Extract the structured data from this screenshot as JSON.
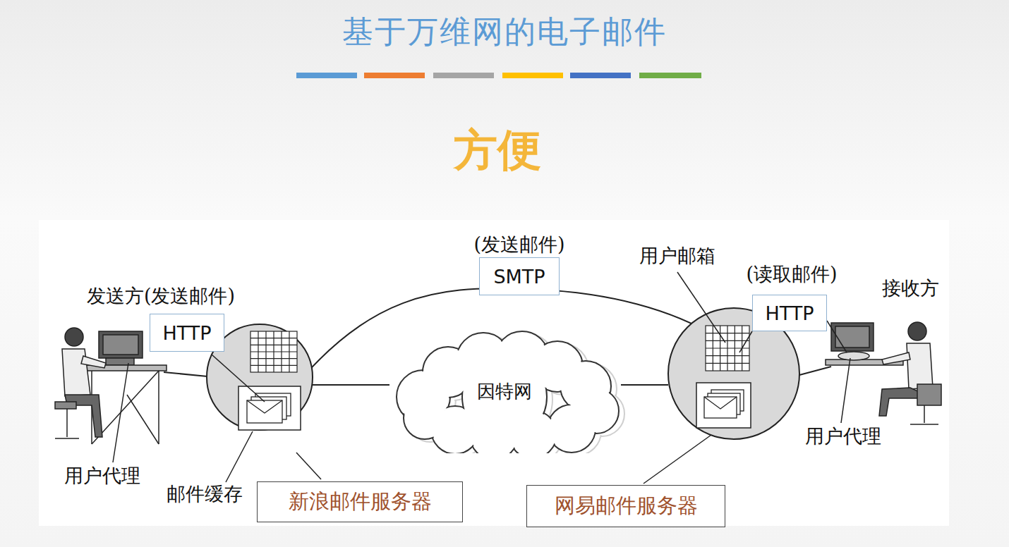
{
  "diagram": {
    "title": "基于万维网的电子邮件",
    "nodes": [
      {
        "text": [
          "HTTP"
        ]
      },
      {
        "text": [
          "SMTP"
        ]
      },
      {
        "text": [
          "HTTP"
        ]
      },
      {
        "text": [
          "因特网"
        ]
      },
      {
        "text": [
          "新浪邮件服务器"
        ]
      },
      {
        "text": [
          "网易邮件服务器"
        ]
      }
    ],
    "labels": [
      "方便",
      "(发送邮件)",
      "用户邮箱",
      "(读取邮件)",
      "接收方",
      "发送方(发送邮件)",
      "用户代理",
      "邮件缓存",
      "用户代理"
    ]
  }
}
